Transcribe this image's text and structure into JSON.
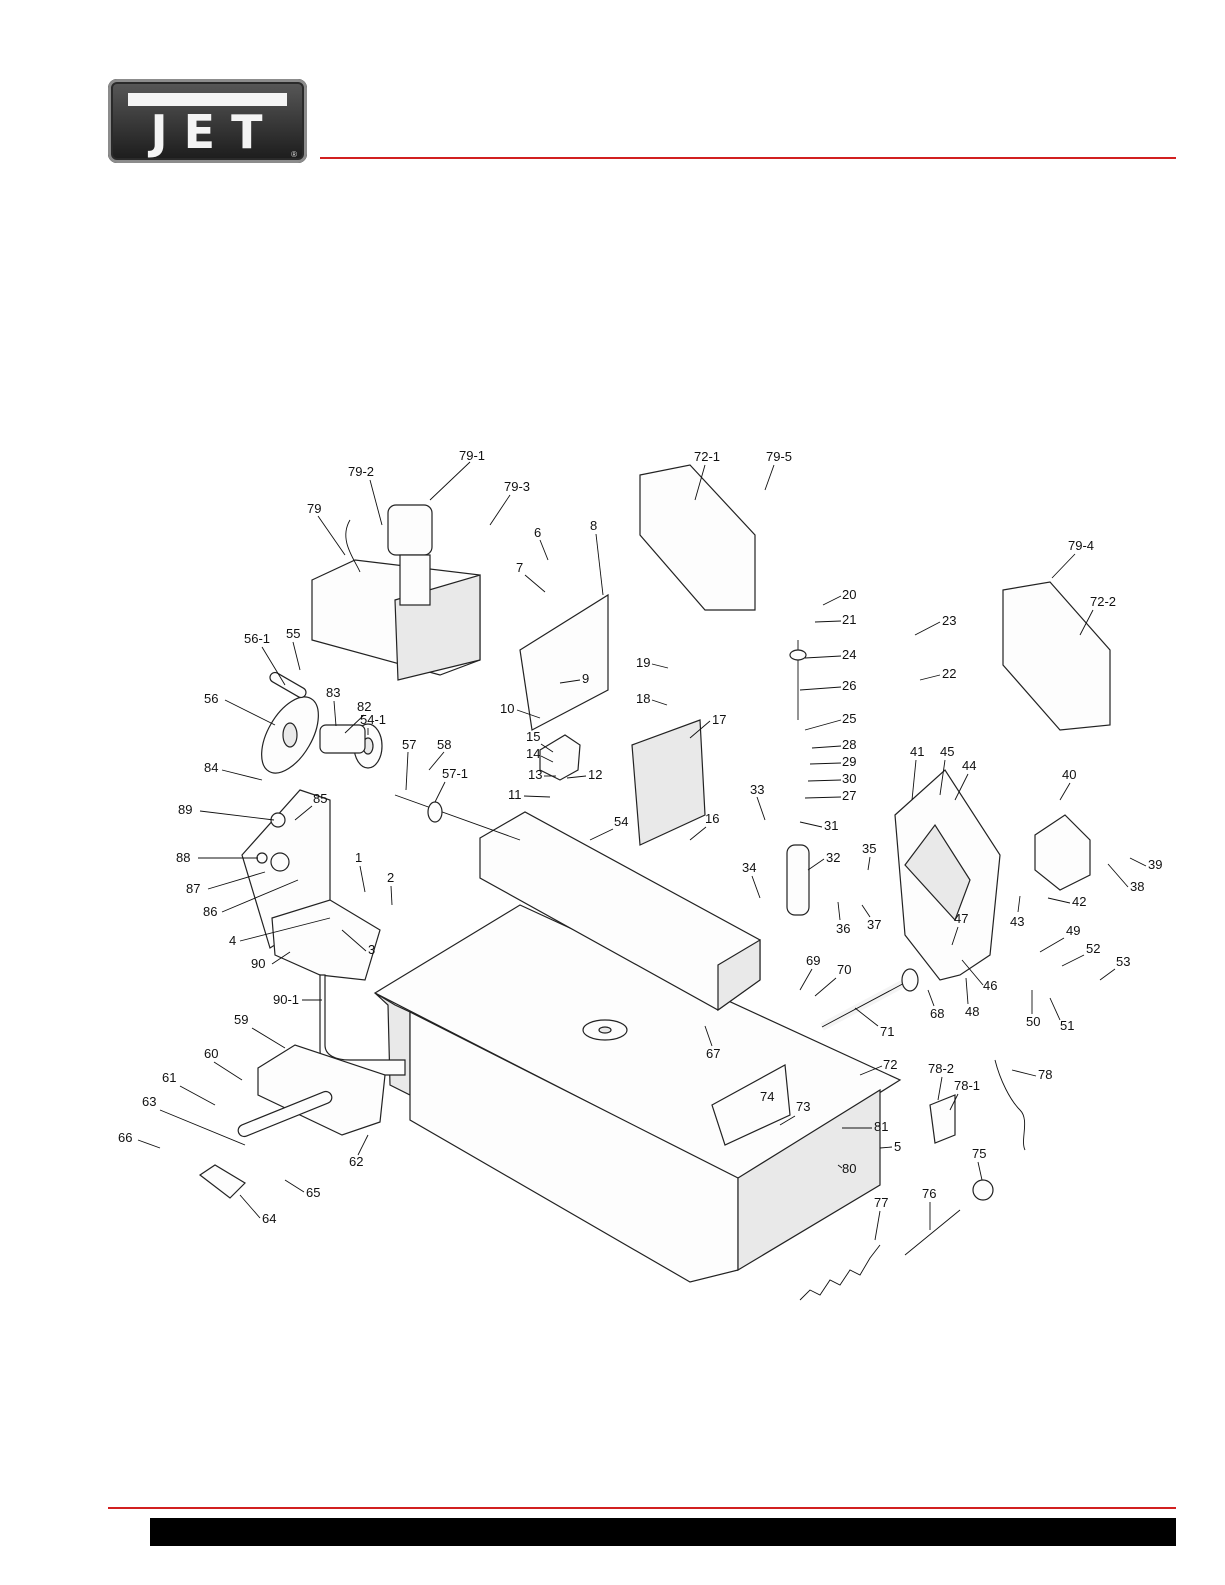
{
  "logo": {
    "text": "JET",
    "registered": "®"
  },
  "accent_color": "#d22020",
  "diagram": {
    "callouts": [
      "79-1",
      "79-2",
      "79",
      "79-3",
      "72-1",
      "79-5",
      "6",
      "8",
      "7",
      "79-4",
      "72-2",
      "20",
      "21",
      "23",
      "55",
      "56-1",
      "24",
      "22",
      "19",
      "9",
      "26",
      "83",
      "82",
      "56",
      "54-1",
      "10",
      "18",
      "17",
      "25",
      "45",
      "44",
      "40",
      "41",
      "28",
      "29",
      "84",
      "58",
      "57",
      "15",
      "14",
      "57-1",
      "30",
      "13",
      "12",
      "27",
      "11",
      "33",
      "31",
      "85",
      "89",
      "54",
      "16",
      "88",
      "32",
      "35",
      "39",
      "1",
      "2",
      "87",
      "38",
      "34",
      "43",
      "86",
      "42",
      "37",
      "36",
      "4",
      "3",
      "47",
      "49",
      "90",
      "52",
      "69",
      "53",
      "70",
      "46",
      "90-1",
      "48",
      "50",
      "51",
      "71",
      "59",
      "68",
      "67",
      "72",
      "60",
      "78-2",
      "78",
      "61",
      "78-1",
      "74",
      "63",
      "73",
      "81",
      "66",
      "5",
      "62",
      "80",
      "75",
      "65",
      "76",
      "64",
      "77"
    ]
  }
}
